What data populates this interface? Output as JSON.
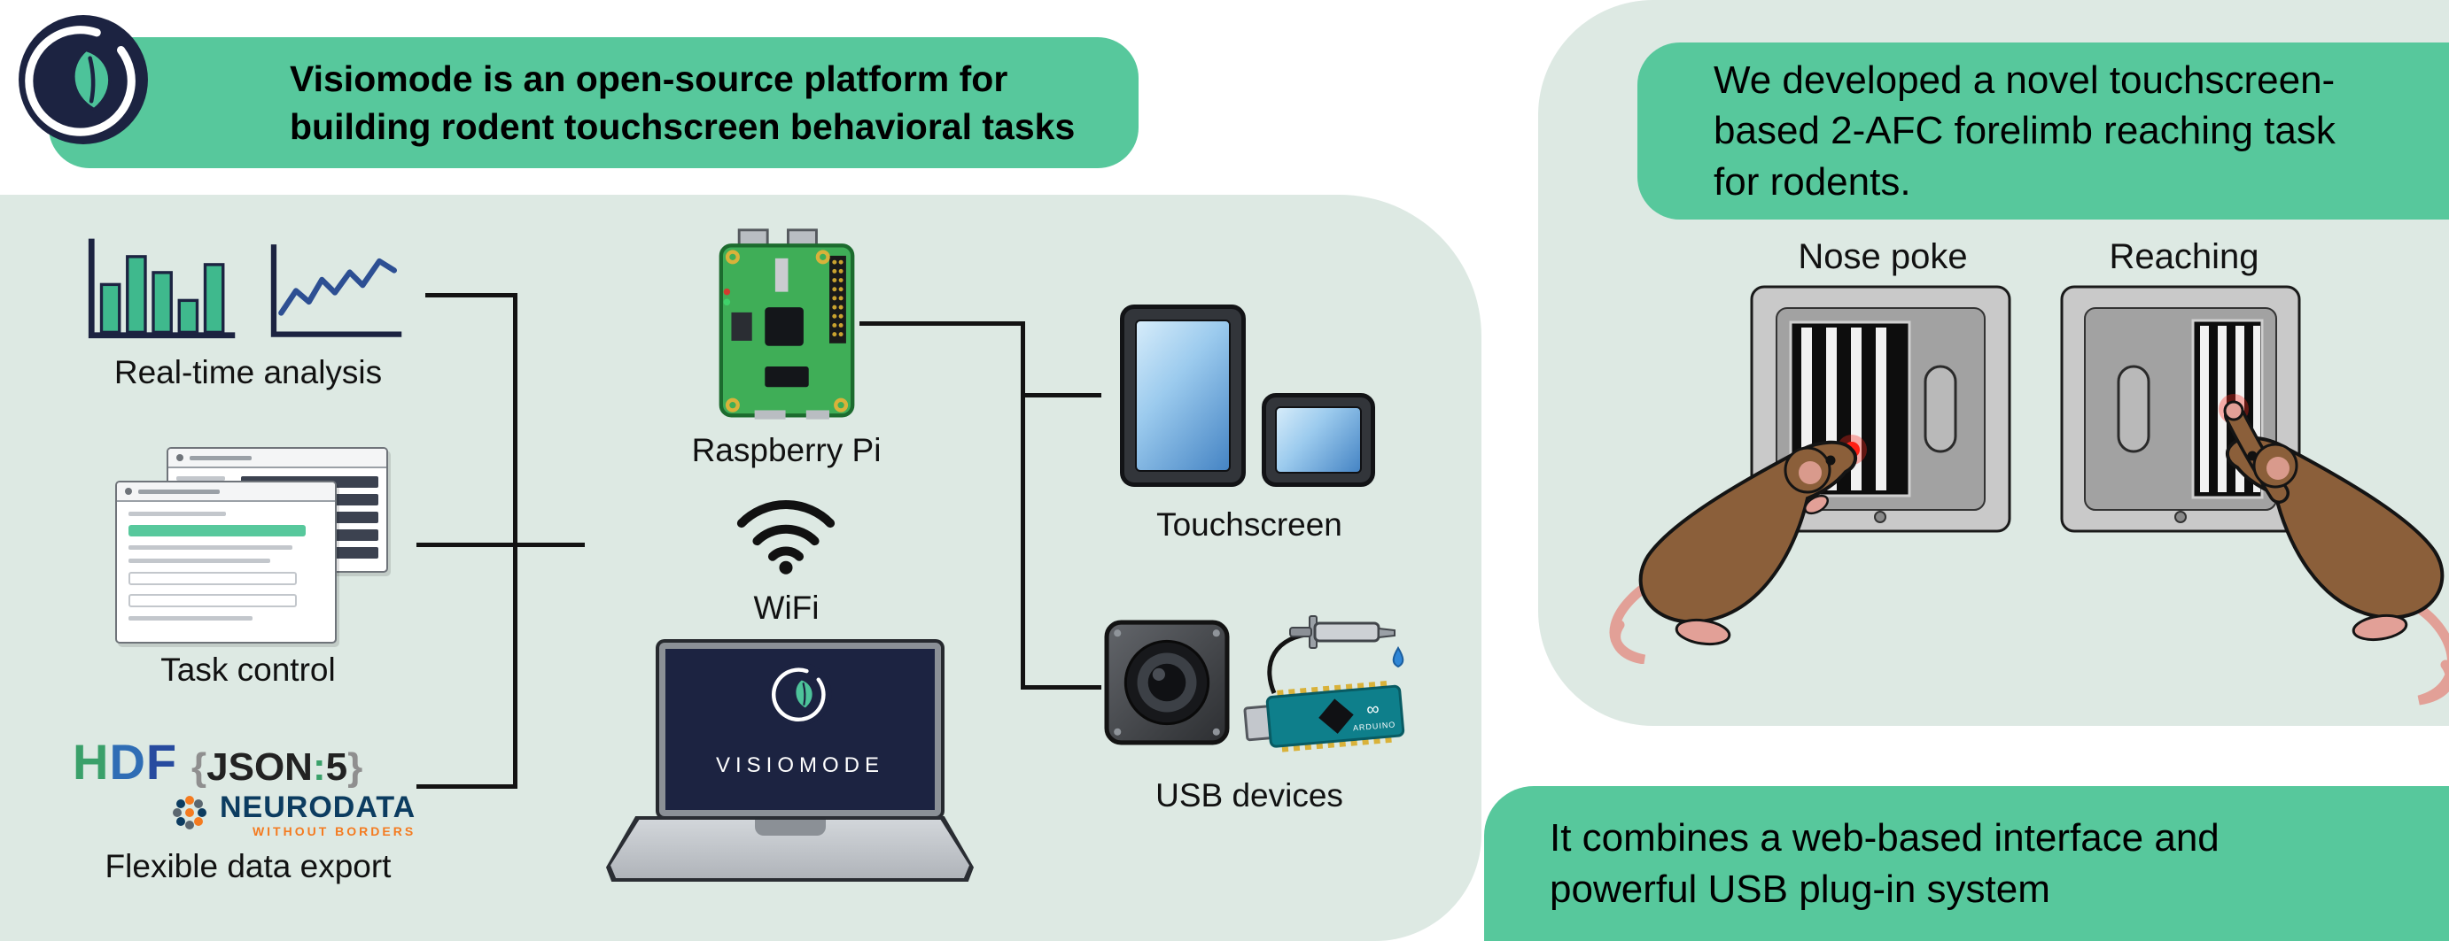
{
  "colors": {
    "accent": "#57c89c",
    "mint": "#dde9e3",
    "navy": "#1c2341",
    "ink": "#131313",
    "leaf": "#4dc39a",
    "chart_green": "#3fb98d",
    "chart_blue": "#2d4f93",
    "pi_green": "#3fae57",
    "screen_blue": "#4584c4",
    "mouse_brown": "#8b5f3a",
    "mouse_pink": "#e2a097",
    "stimulus_red": "#ff1f14",
    "nwb_blue": "#0c3c60",
    "nwb_orange": "#f47b20"
  },
  "header": {
    "lines": [
      "Visiomode is an open-source platform for",
      "building rodent touchscreen behavioral tasks"
    ]
  },
  "features": {
    "analysis_label": "Real-time analysis",
    "control_label": "Task control",
    "export_label": "Flexible data export"
  },
  "hub": {
    "pi_label": "Raspberry Pi",
    "wifi_label": "WiFi",
    "laptop_brand": "VISIOMODE"
  },
  "peripherals": {
    "touchscreen_label": "Touchscreen",
    "usb_label": "USB devices",
    "arduino_brand": "ARDUINO"
  },
  "export_logos": {
    "hdf_letters": [
      "H",
      "D",
      "F"
    ],
    "json5": {
      "open": "{",
      "name": "JSON",
      "colon": ":",
      "five": "5",
      "close": "}"
    },
    "nwb": {
      "line1": "NEURODATA",
      "line2": "WITHOUT BORDERS"
    }
  },
  "task_panel": {
    "intro_lines": [
      "We developed a novel touchscreen-",
      "based 2-AFC forelimb reaching task",
      "for rodents."
    ],
    "conditions": [
      {
        "label": "Nose poke"
      },
      {
        "label": "Reaching"
      }
    ],
    "outro_lines": [
      "It combines a web-based interface and",
      "powerful USB plug-in system"
    ]
  }
}
